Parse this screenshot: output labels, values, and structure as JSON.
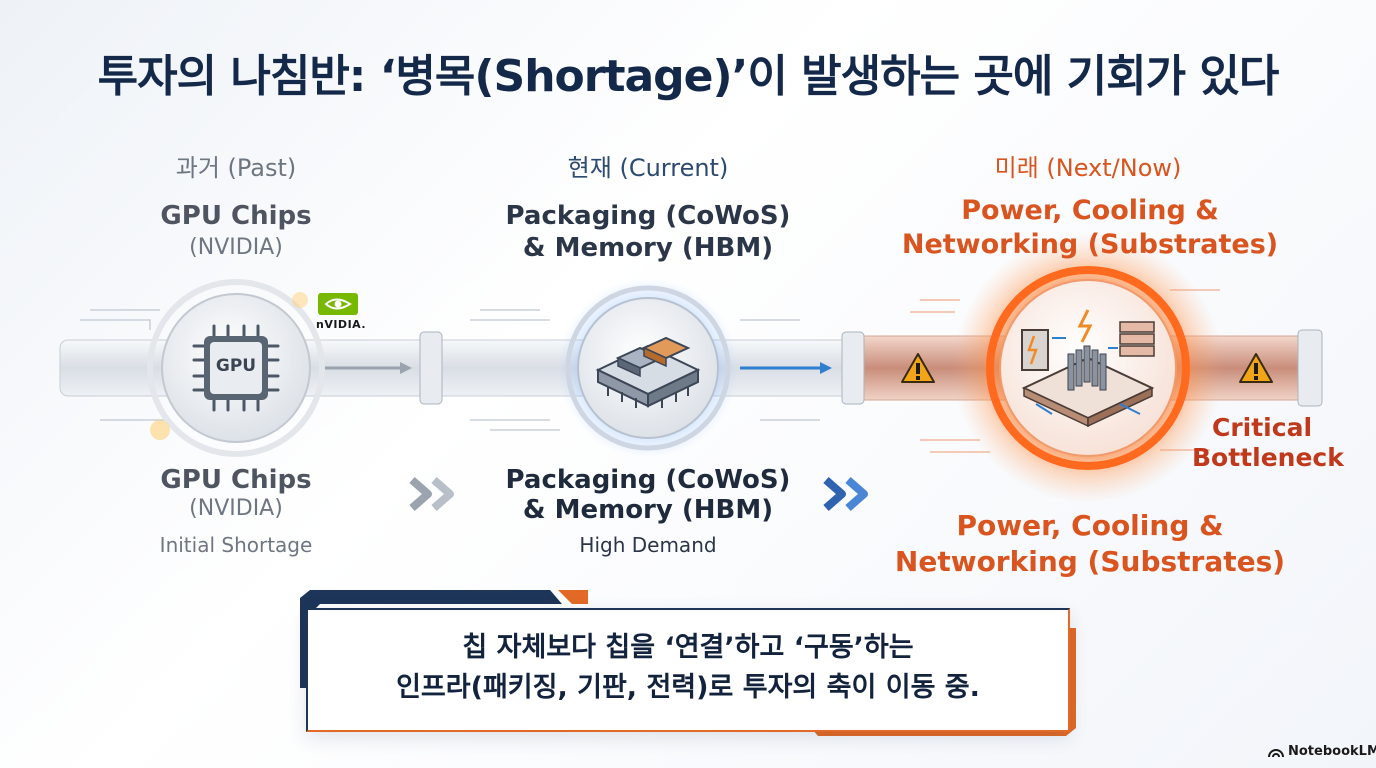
{
  "title": "투자의 나침반: ‘병목(Shortage)’이 발생하는 곳에 기회가 있다",
  "stages": [
    {
      "label": "과거 (Past)",
      "heading": "GPU Chips",
      "sub": "(NVIDIA)",
      "heading2": "GPU Chips",
      "sub2": "(NVIDIA)",
      "note": "Initial Shortage",
      "chip_text": "GPU",
      "logo_text": "nVIDIA."
    },
    {
      "label": "현재 (Current)",
      "heading": "Packaging (CoWoS)",
      "sub": "& Memory (HBM)",
      "heading2": "Packaging (CoWoS)",
      "sub2": "& Memory (HBM)",
      "note": "High Demand"
    },
    {
      "label": "미래 (Next/Now)",
      "heading": "Power, Cooling &",
      "sub": "Networking (Substrates)",
      "heading2": "Power, Cooling &",
      "sub2": "Networking (Substrates)",
      "side_line1": "Critical",
      "side_line2": "Bottleneck"
    }
  ],
  "bottom": {
    "line1": "칩 자체보다 칩을 ‘연결’하고 ‘구동’하는",
    "line2": "인프라(패키징, 기판, 전력)로 투자의 축이 이동 중."
  },
  "badge": "NotebookLM",
  "colors": {
    "navy": "#14294a",
    "orange": "#e26a26",
    "blue": "#2f7fd0",
    "grey": "#6e7682"
  },
  "icons": [
    "gpu-chip-icon",
    "nvidia-logo-icon",
    "package-icon",
    "server-board-icon",
    "warning-icon",
    "chevron-right-icon",
    "notebooklm-icon"
  ]
}
